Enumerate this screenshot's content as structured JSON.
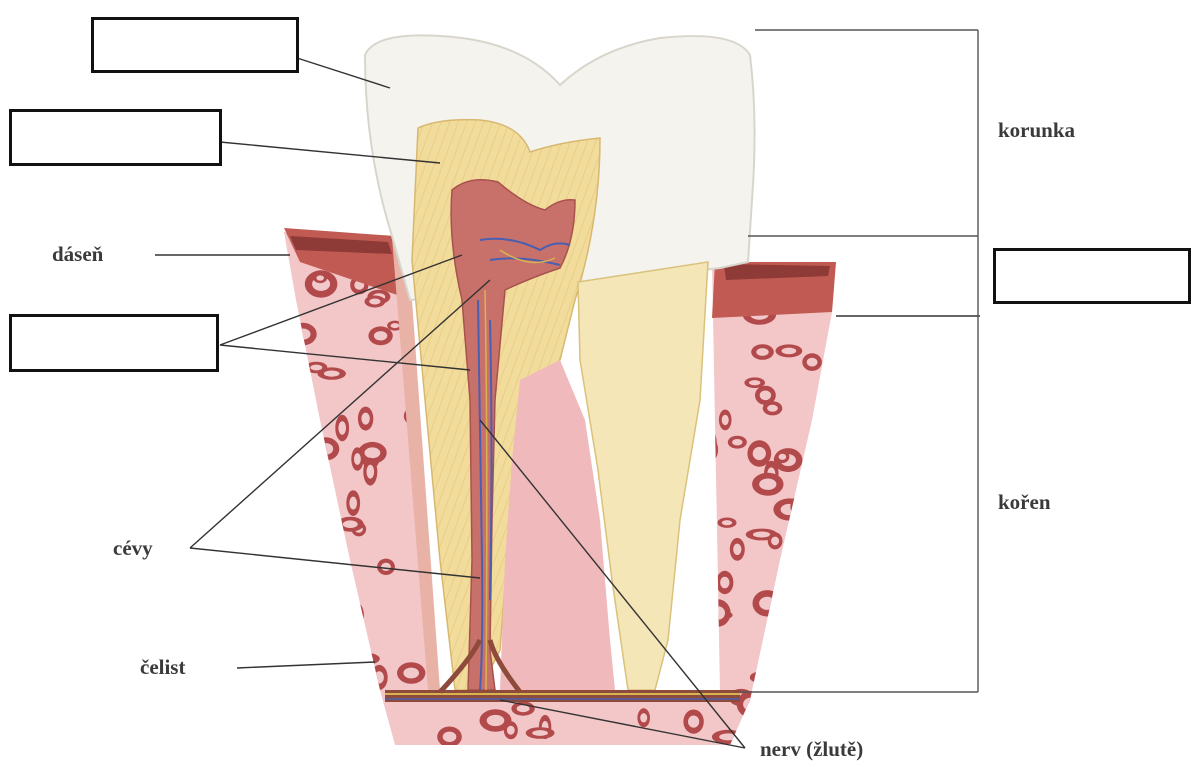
{
  "labels": {
    "dasen": "dáseň",
    "cevy": "cévy",
    "celist": "čelist",
    "nerv": "nerv (žlutě)",
    "korunka": "korunka",
    "koren": "kořen"
  },
  "answer_boxes": [
    "",
    "",
    "",
    ""
  ],
  "colors": {
    "enamel": "#f4f3ee",
    "dentin": "#f2dc9c",
    "pulp": "#c8706a",
    "gum": "#c05a52",
    "bone": "#f3c6c8",
    "bone_cell": "#b24a4c",
    "vessel": "#4a5fb0",
    "line": "#333333"
  }
}
